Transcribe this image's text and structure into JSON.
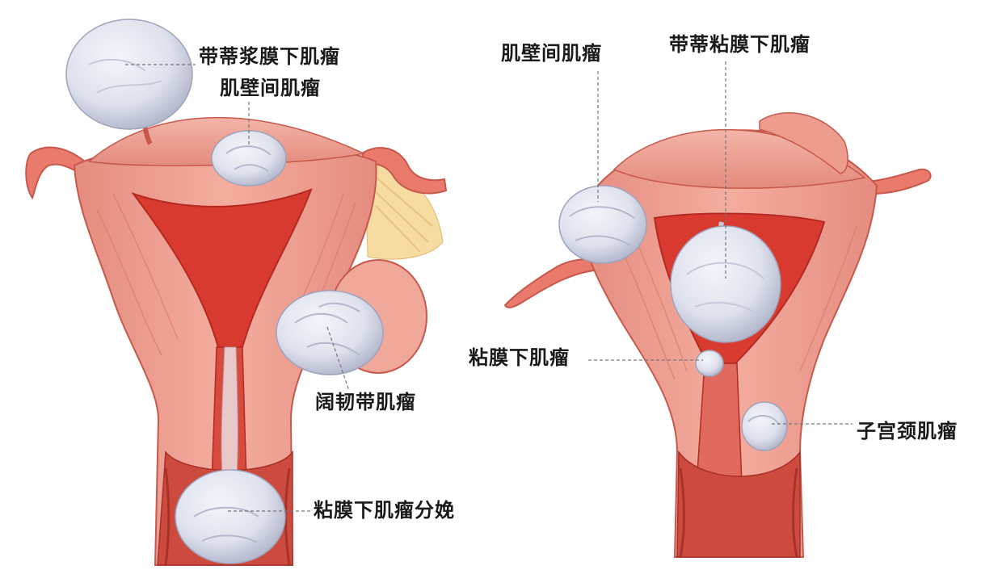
{
  "labels": {
    "subserosal_pedunculated": "带蒂浆膜下肌瘤",
    "intramural_left": "肌壁间肌瘤",
    "broad_ligament": "阔韧带肌瘤",
    "prolapsed_submucosal": "粘膜下肌瘤分娩",
    "intramural_right": "肌壁间肌瘤",
    "pedunculated_submucosal": "带蒂粘膜下肌瘤",
    "submucosal": "粘膜下肌瘤",
    "cervical": "子宫颈肌瘤"
  },
  "colors": {
    "muscle": "#ec9c90",
    "muscle_light": "#f4b3a6",
    "muscle_dark": "#c8584c",
    "cavity": "#d83a30",
    "tumor": "#dfe2ee",
    "tumor_shadow": "#b4b8cc",
    "ligament": "#f6dca0",
    "leader_line": "#777777"
  }
}
